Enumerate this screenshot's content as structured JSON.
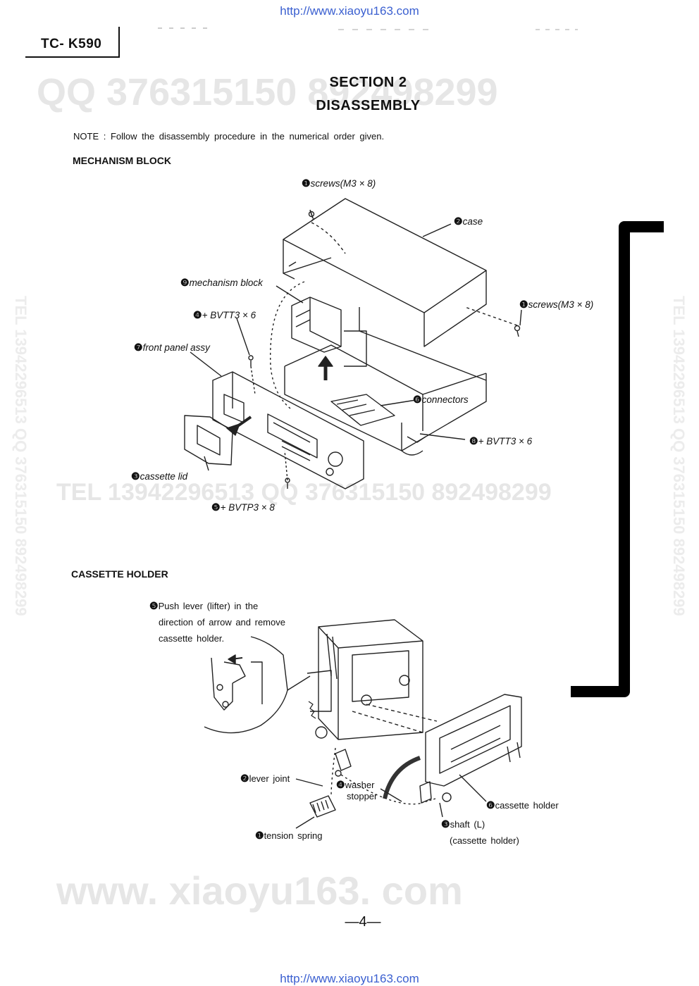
{
  "header": {
    "url_top": "http://www.xiaoyu163.com",
    "model": "TC- K590"
  },
  "section": {
    "number": "SECTION 2",
    "title": "DISASSEMBLY"
  },
  "note": "NOTE :  Follow the disassembly procedure in the numerical order given.",
  "mechanism_block": {
    "heading": "MECHANISM BLOCK",
    "labels": {
      "screws_top": {
        "badge": "❶",
        "text": "screws(M3 × 8)"
      },
      "case": {
        "badge": "❷",
        "text": "case"
      },
      "screws_right": {
        "badge": "❶",
        "text": "screws(M3 × 8)"
      },
      "mechanism_block": {
        "badge": "❾",
        "text": "mechanism block"
      },
      "bvtt_4": {
        "badge": "❹",
        "text": "+ BVTT3 × 6"
      },
      "front_panel": {
        "badge": "❼",
        "text": "front panel assy"
      },
      "connectors": {
        "badge": "❻",
        "text": "connectors"
      },
      "bvtt_8": {
        "badge": "❽",
        "text": "+ BVTT3 × 6"
      },
      "cassette_lid": {
        "badge": "❸",
        "text": "cassette lid"
      },
      "bvtp": {
        "badge": "❺",
        "text": "+ BVTP3 × 8"
      }
    }
  },
  "cassette_holder": {
    "heading": "CASSETTE HOLDER",
    "instruction": {
      "badge": "❺",
      "lines": [
        "Push lever (lifter) in the",
        "direction of arrow and remove",
        "cassette holder."
      ]
    },
    "labels": {
      "lever_joint": {
        "badge": "❷",
        "text": "lever joint"
      },
      "washer": {
        "badge": "❹",
        "text": "washer"
      },
      "stopper": "stopper",
      "tension_spring": {
        "badge": "❶",
        "text": "tension spring"
      },
      "cassette_holder": {
        "badge": "❻",
        "text": "cassette holder"
      },
      "shaft": {
        "badge": "❸",
        "text": "shaft (L)"
      },
      "shaft_sub": "(cassette holder)"
    }
  },
  "watermarks": {
    "qq": "QQ 376315150  892498299",
    "tel": "TEL 13942296513      QQ 376315150  892498299",
    "side": "TEL 13942296513  QQ 376315150  892498299",
    "site": "www. xiaoyu163. com"
  },
  "footer": {
    "page": "—4—",
    "url_bottom": "http://www.xiaoyu163.com"
  }
}
